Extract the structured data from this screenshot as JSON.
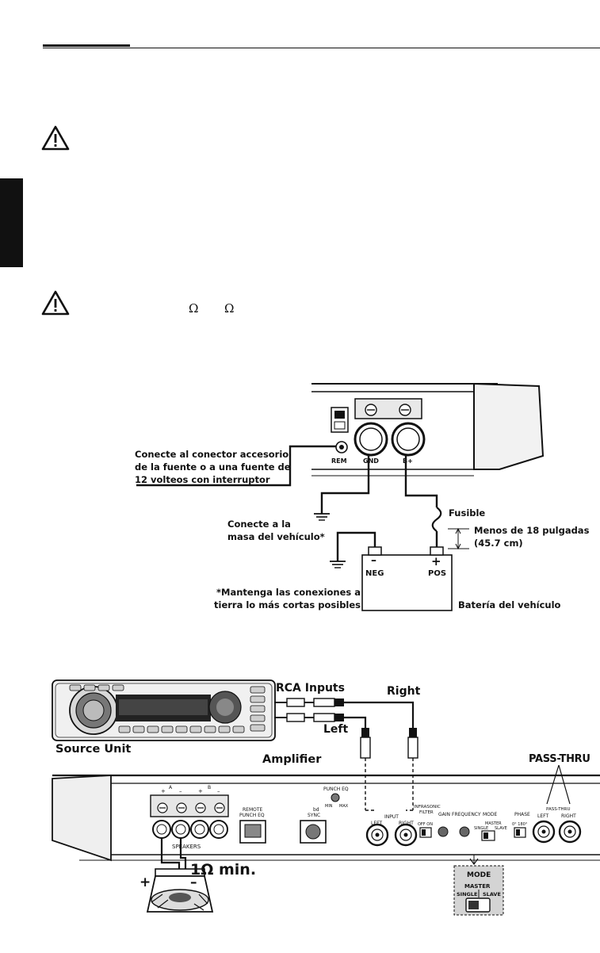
{
  "page": {
    "omega_symbols": [
      "Ω",
      "Ω"
    ]
  },
  "power_diagram": {
    "panel_labels": {
      "rem": "REM",
      "gnd": "GND",
      "bplus": "B+"
    },
    "callout_remote": [
      "Conecte al conector accesorio",
      "de la fuente o a una fuente de",
      "12 volteos con interruptor"
    ],
    "callout_ground": [
      "Conecte a la",
      "masa del vehículo*"
    ],
    "note_short": [
      "*Mantenga las conexiones a",
      "tierra lo más cortas posibles"
    ],
    "fuse_label": "Fusible",
    "distance_label": [
      "Menos de 18 pulgadas",
      "(45.7 cm)"
    ],
    "battery": {
      "neg_sign": "–",
      "neg_label": "NEG",
      "pos_sign": "+",
      "pos_label": "POS",
      "caption": "Batería del vehículo"
    }
  },
  "signal_diagram": {
    "rca_inputs": "RCA Inputs",
    "right_label": "Right",
    "left_label": "Left",
    "source_unit": "Source Unit",
    "amplifier": "Amplifier",
    "pass_thru_title": "PASS-THRU",
    "load_label": "1Ω min.",
    "speaker_plus": "+",
    "speaker_minus": "–",
    "amp_panel": {
      "speakers": "SPEAKERS",
      "channel_a": "A",
      "channel_b": "B",
      "remote_punch_eq": [
        "REMOTE",
        "PUNCH EQ"
      ],
      "bd_sync": [
        "bd",
        "SYNC"
      ],
      "punch_eq": "PUNCH EQ",
      "punch_min": "MIN",
      "punch_max": "MAX",
      "input": "INPUT",
      "left": "LEFT",
      "right": "RIGHT",
      "infrasonic": [
        "INFRASONIC",
        "FILTER"
      ],
      "off_on": "OFF  ON",
      "gain": "GAIN",
      "frequency": "FREQUENCY",
      "mode": "MODE",
      "master": "MASTER",
      "single": "SINGLE",
      "slave": "SLAVE",
      "phase": "PHASE",
      "phase_values": "0°  180°",
      "pass_thru": "PASS-THRU",
      "pt_left": "LEFT",
      "pt_right": "RIGHT"
    },
    "mode_zoom": {
      "mode": "MODE",
      "master": "MASTER",
      "single": "SINGLE",
      "slave": "SLAVE"
    }
  }
}
